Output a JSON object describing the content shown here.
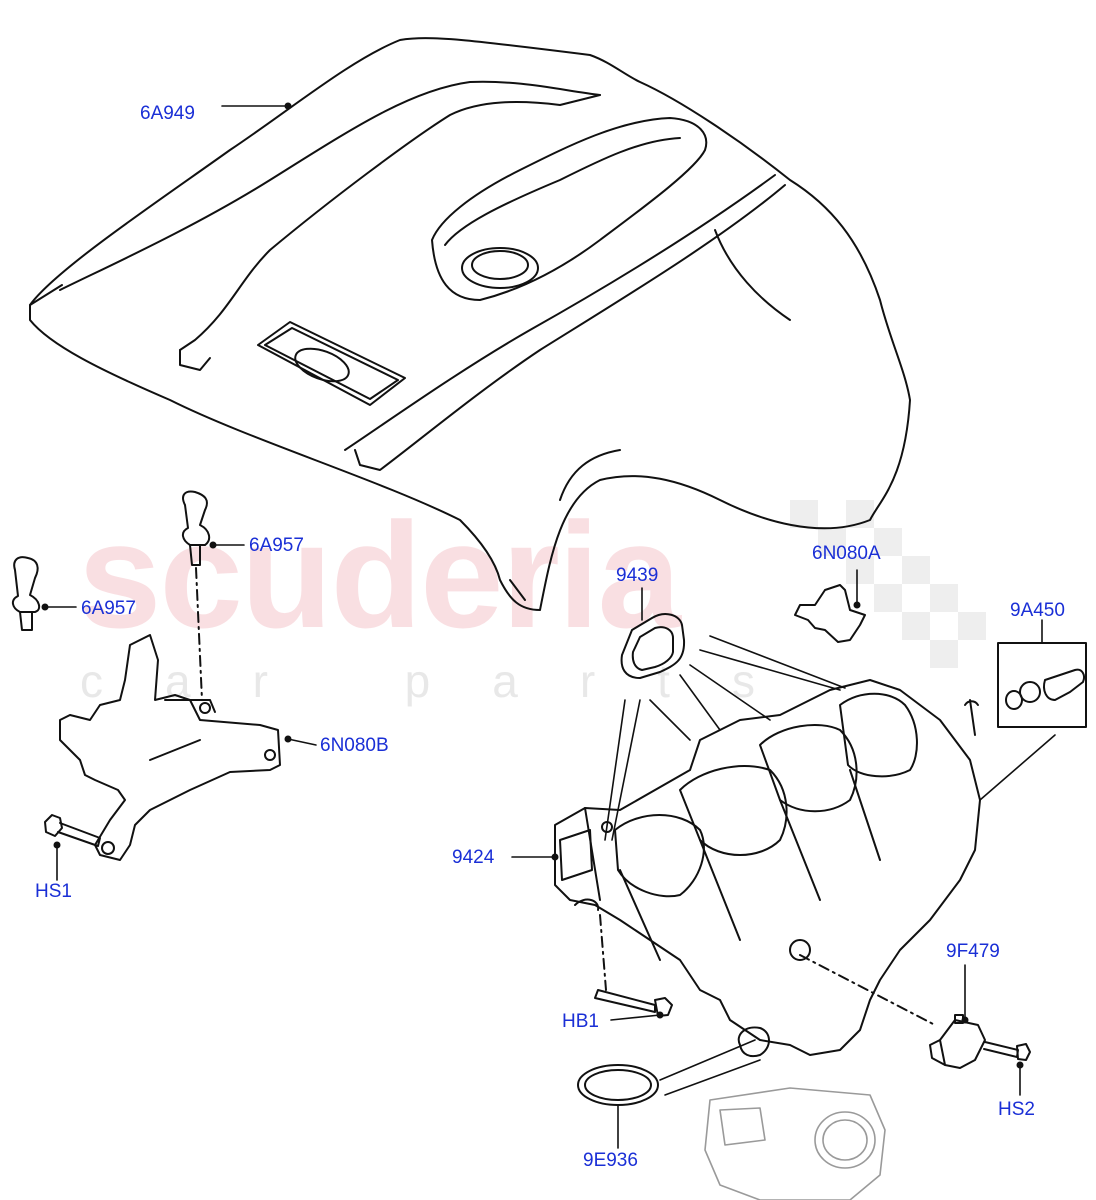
{
  "watermark": {
    "brand": "scuderia",
    "tagline": "car parts"
  },
  "callouts": {
    "engine_cover": "6A949",
    "stud_upper": "6A957",
    "stud_lower": "6A957",
    "bracket": "6N080B",
    "bolt_bracket": "HS1",
    "clip": "6N080A",
    "gasket_small": "9439",
    "clip_kit": "9A450",
    "intake_manifold": "9424",
    "bolt_manifold": "HB1",
    "sensor": "9F479",
    "bolt_sensor": "HS2",
    "o_ring": "9E936"
  },
  "colors": {
    "callout_text": "#1a2fd6",
    "line_art": "#111111",
    "watermark_red": "#eb96a0",
    "watermark_grey": "#969696"
  }
}
